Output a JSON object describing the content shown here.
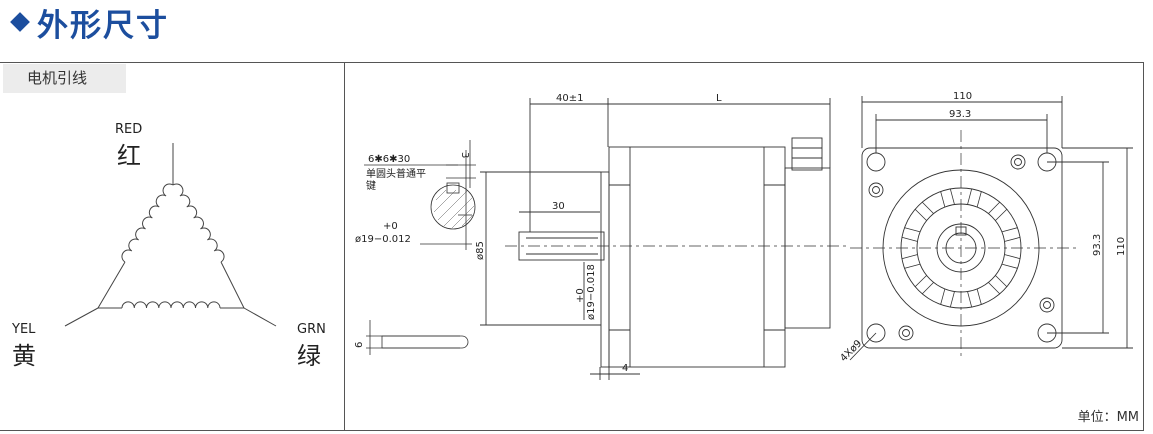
{
  "header": {
    "title": "外形尺寸"
  },
  "left_panel": {
    "tab_label": "电机引线",
    "wires": [
      {
        "code": "RED",
        "cn": "红"
      },
      {
        "code": "YEL",
        "cn": "黄"
      },
      {
        "code": "GRN",
        "cn": "绿"
      }
    ]
  },
  "drawing": {
    "key_spec": "6✱6✱30",
    "key_desc": "单圆头普通平",
    "key_desc2": "键",
    "dim_3": "3",
    "tol_plus": "+0",
    "shaft_dia": "ø19−0.012",
    "dim_40": "40±1",
    "dim_L": "L",
    "dim_30": "30",
    "dim_85": "ø85",
    "shaft_tol_v_plus": "+0",
    "shaft_tol_v": "ø19−0.018",
    "dim_4": "4",
    "dim_6": "6",
    "dim_110_top": "110",
    "dim_93_top": "93.3",
    "dim_93_side": "93.3",
    "dim_110_side": "110",
    "holes": "4Xø9"
  },
  "unit_label": "单位：MM",
  "colors": {
    "title": "#1c4e9e"
  }
}
